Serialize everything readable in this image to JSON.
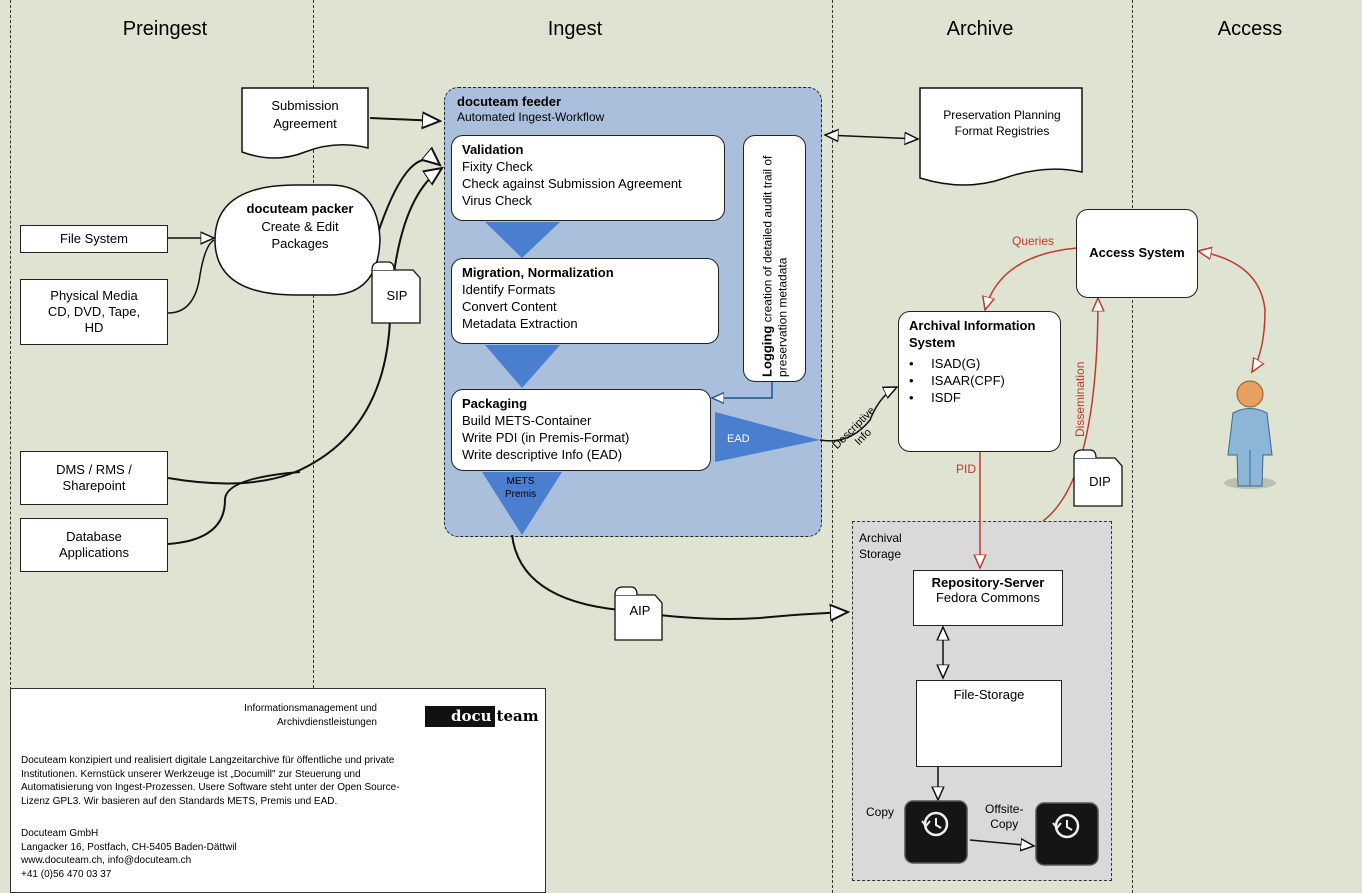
{
  "columns": {
    "preingest": "Preingest",
    "ingest": "Ingest",
    "archive": "Archive",
    "access": "Access"
  },
  "sources": {
    "file_system": "File System",
    "physical_media": [
      "Physical Media",
      "CD, DVD, Tape,",
      "HD"
    ],
    "dms": [
      "DMS / RMS /",
      "Sharepoint"
    ],
    "database": [
      "Database",
      "Applications"
    ]
  },
  "packer": {
    "title": "docuteam packer",
    "lines": [
      "Create & Edit",
      "Packages"
    ]
  },
  "submission_agreement": [
    "Submission",
    "Agreement"
  ],
  "sip": "SIP",
  "aip": "AIP",
  "dip": "DIP",
  "feeder": {
    "title": "docuteam feeder",
    "subtitle": "Automated Ingest-Workflow",
    "validation": {
      "title": "Validation",
      "lines": [
        "Fixity Check",
        "Check against Submission Agreement",
        "Virus Check"
      ]
    },
    "migration": {
      "title": "Migration, Normalization",
      "lines": [
        "Identify Formats",
        "Convert Content",
        "Metadata Extraction"
      ]
    },
    "packaging": {
      "title": "Packaging",
      "lines": [
        "Build METS-Container",
        "Write PDI (in Premis-Format)",
        "Write descriptive Info (EAD)"
      ]
    },
    "logging_title": "Logging",
    "logging_lines": [
      "creation of detailed audit trail of",
      "preservation metadata"
    ],
    "ead": "EAD",
    "mets": [
      "METS",
      "Premis"
    ]
  },
  "preservation_planning": [
    "Preservation Planning",
    "Format Registries"
  ],
  "ais": {
    "title": [
      "Archival Information",
      "System"
    ],
    "items": [
      "ISAD(G)",
      "ISAAR(CPF)",
      "ISDF"
    ]
  },
  "descriptive_info": [
    "Descriptive",
    "Info"
  ],
  "access_system": "Access System",
  "queries": "Queries",
  "dissemination": "Dissemination",
  "pid": "PID",
  "storage": {
    "label": [
      "Archival",
      "Storage"
    ],
    "repo_title": "Repository-Server",
    "repo_sub": "Fedora Commons",
    "file_storage": "File-Storage",
    "copy": "Copy",
    "offsite": [
      "Offsite-",
      "Copy"
    ]
  },
  "footer": {
    "tagline": [
      "Informationsmanagement und",
      "Archivdienstleistungen"
    ],
    "logo_a": "docu",
    "logo_b": "team",
    "body": [
      "Docuteam konzipiert und realisiert digitale Langzeitarchive für öffentliche und private",
      "Institutionen. Kernstück unserer Werkzeuge ist „Documill\" zur Steuerung und",
      "Automatisierung von Ingest-Prozessen. Usere Software steht unter der Open Source-",
      "Lizenz GPL3. Wir basieren auf den Standards METS, Premis und EAD."
    ],
    "address": [
      "Docuteam GmbH",
      "Langacker 16, Postfach, CH-5405 Baden-Dättwil",
      "www.docuteam.ch, info@docuteam.ch",
      "+41 (0)56 470 03 37"
    ]
  },
  "colors": {
    "background": "#dfe3d2",
    "feeder": "#a9bfdb",
    "triangle": "#4a7fd0",
    "red_flow": "#c0392b",
    "storage": "#d9d9d9"
  }
}
